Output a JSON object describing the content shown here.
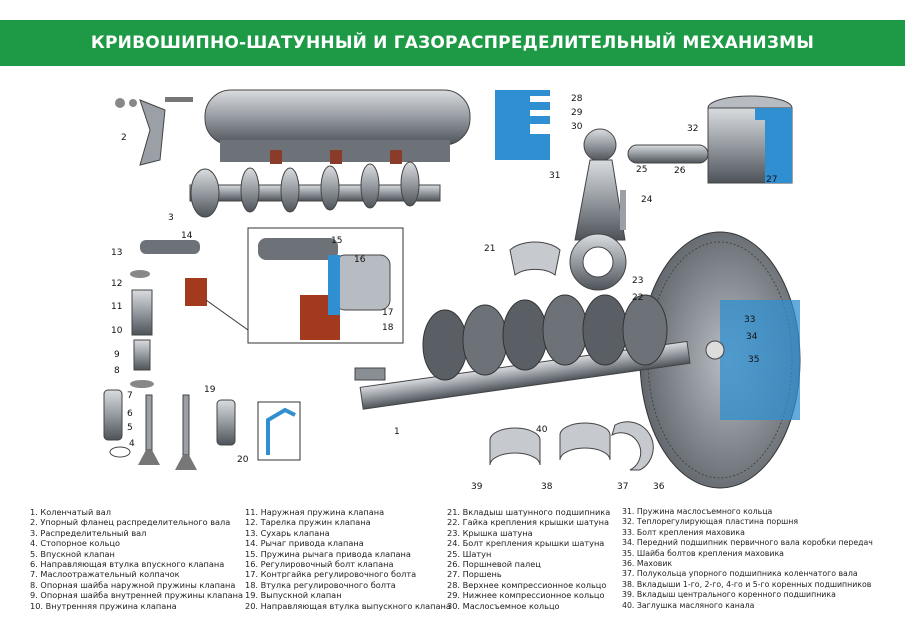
{
  "title": "КРИВОШИПНО-ШАТУННЫЙ И ГАЗОРАСПРЕДЕЛИТЕЛЬНЫЙ МЕХАНИЗМЫ",
  "colors": {
    "header": "#1e9a47",
    "accent_blue": "#2f8fd0",
    "part_gray": "#8a8f96"
  },
  "callouts": [
    "1",
    "2",
    "3",
    "4",
    "5",
    "6",
    "7",
    "8",
    "9",
    "10",
    "11",
    "12",
    "13",
    "14",
    "15",
    "16",
    "17",
    "18",
    "19",
    "20",
    "21",
    "22",
    "23",
    "24",
    "25",
    "26",
    "27",
    "28",
    "29",
    "30",
    "31",
    "32",
    "33",
    "34",
    "35",
    "36",
    "37",
    "38",
    "39",
    "40"
  ],
  "legend": {
    "columns": [
      [
        "1. Коленчатый вал",
        "2. Упорный фланец распределительного вала",
        "3. Распределительный вал",
        "4. Стопорное кольцо",
        "5. Впускной клапан",
        "6. Направляющая втулка впускного клапана",
        "7. Маслоотражательный колпачок",
        "8. Опорная шайба наружной пружины клапана",
        "9. Опорная шайба внутренней пружины клапана",
        "10. Внутренняя пружина клапана"
      ],
      [
        "11. Наружная пружина клапана",
        "12. Тарелка пружин клапана",
        "13. Сухарь клапана",
        "14. Рычаг привода клапана",
        "15. Пружина рычага привода клапана",
        "16. Регулировочный болт клапана",
        "17. Контргайка регулировочного болта",
        "18. Втулка регулировочного болта",
        "19. Выпускной клапан",
        "20. Направляющая втулка выпускного клапана"
      ],
      [
        "21. Вкладыш шатунного подшипника",
        "22. Гайка крепления крышки шатуна",
        "23. Крышка шатуна",
        "24. Болт крепления крышки шатуна",
        "25. Шатун",
        "26. Поршневой палец",
        "27. Поршень",
        "28. Верхнее компрессионное кольцо",
        "29. Нижнее компрессионное кольцо",
        "30. Маслосъемное кольцо"
      ],
      [
        "31. Пружина маслосъемного кольца",
        "32. Теплорегулирующая пластина поршня",
        "33. Болт крепления маховика",
        "34. Передний подшипник первичного вала коробки передач",
        "35. Шайба болтов крепления маховика",
        "36. Маховик",
        "37. Полукольца упорного подшипника коленчатого вала",
        "38. Вкладыши 1-го, 2-го, 4-го и 5-го коренных подшипников",
        "39. Вкладыш центрального коренного подшипника",
        "40. Заглушка масляного канала"
      ]
    ]
  }
}
